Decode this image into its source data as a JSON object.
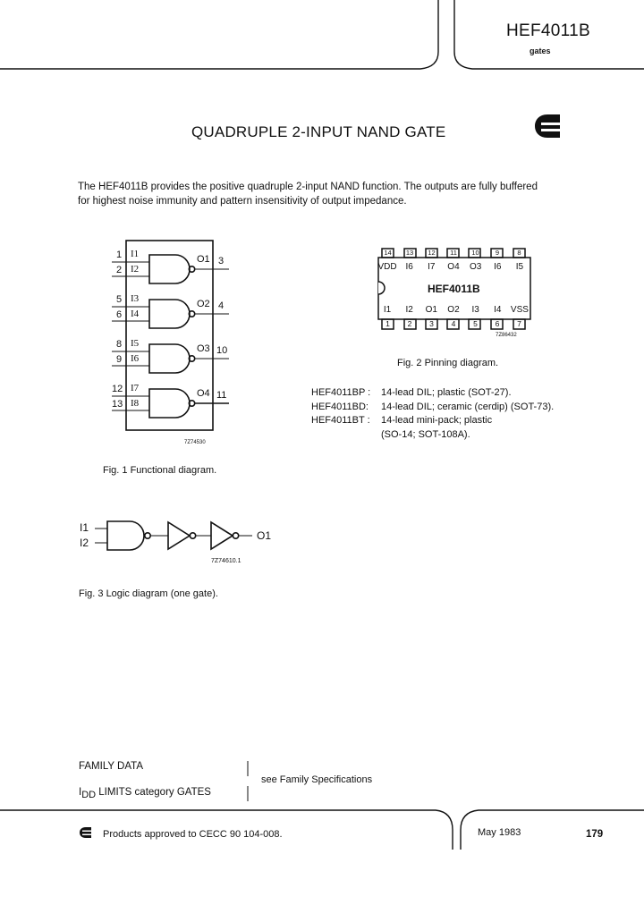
{
  "header": {
    "part_number": "HEF4011B",
    "category": "gates"
  },
  "title": "QUADRUPLE 2-INPUT NAND GATE",
  "logo": "company-logo-icon",
  "intro": "The HEF4011B provides the positive quadruple 2-input NAND function. The outputs are fully buffered for highest noise immunity and pattern insensitivity of output impedance.",
  "fig1": {
    "caption": "Fig. 1  Functional diagram.",
    "code": "7Z74530",
    "gates": [
      {
        "pins_in": [
          "1",
          "2"
        ],
        "inputs": [
          "I1",
          "I2"
        ],
        "output": "O1",
        "pin_out": "3"
      },
      {
        "pins_in": [
          "5",
          "6"
        ],
        "inputs": [
          "I3",
          "I4"
        ],
        "output": "O2",
        "pin_out": "4"
      },
      {
        "pins_in": [
          "8",
          "9"
        ],
        "inputs": [
          "I5",
          "I6"
        ],
        "output": "O3",
        "pin_out": "10"
      },
      {
        "pins_in": [
          "12",
          "13"
        ],
        "inputs": [
          "I7",
          "I8"
        ],
        "output": "O4",
        "pin_out": "11"
      }
    ]
  },
  "fig2": {
    "caption": "Fig. 2  Pinning diagram.",
    "chip_label": "HEF4011B",
    "code": "7Z86432",
    "top_pins": [
      "14",
      "13",
      "12",
      "11",
      "10",
      "9",
      "8"
    ],
    "top_labels": [
      "VDD",
      "I6",
      "I7",
      "O4",
      "O3",
      "I6",
      "I5"
    ],
    "bottom_pins": [
      "1",
      "2",
      "3",
      "4",
      "5",
      "6",
      "7"
    ],
    "bottom_labels": [
      "I1",
      "I2",
      "O1",
      "O2",
      "I3",
      "I4",
      "VSS"
    ]
  },
  "packages": [
    {
      "code": "HEF4011BP :",
      "desc": "14-lead DIL; plastic (SOT-27)."
    },
    {
      "code": "HEF4011BD:",
      "desc": "14-lead DIL; ceramic (cerdip) (SOT-73)."
    },
    {
      "code": "HEF4011BT :",
      "desc": "14-lead mini-pack; plastic"
    },
    {
      "code": "",
      "desc": "(SO-14; SOT-108A)."
    }
  ],
  "fig3": {
    "caption": "Fig. 3  Logic diagram (one gate).",
    "code": "7Z74610.1",
    "inputs": [
      "I1",
      "I2"
    ],
    "output": "O1"
  },
  "family": {
    "label1": "FAMILY DATA",
    "label2_prefix": "I",
    "label2_sub": "DD",
    "label2_rest": " LIMITS category GATES",
    "see": "see Family Specifications"
  },
  "footer": {
    "approval": "Products approved to CECC 90 104-008.",
    "date": "May 1983",
    "page": "179"
  }
}
